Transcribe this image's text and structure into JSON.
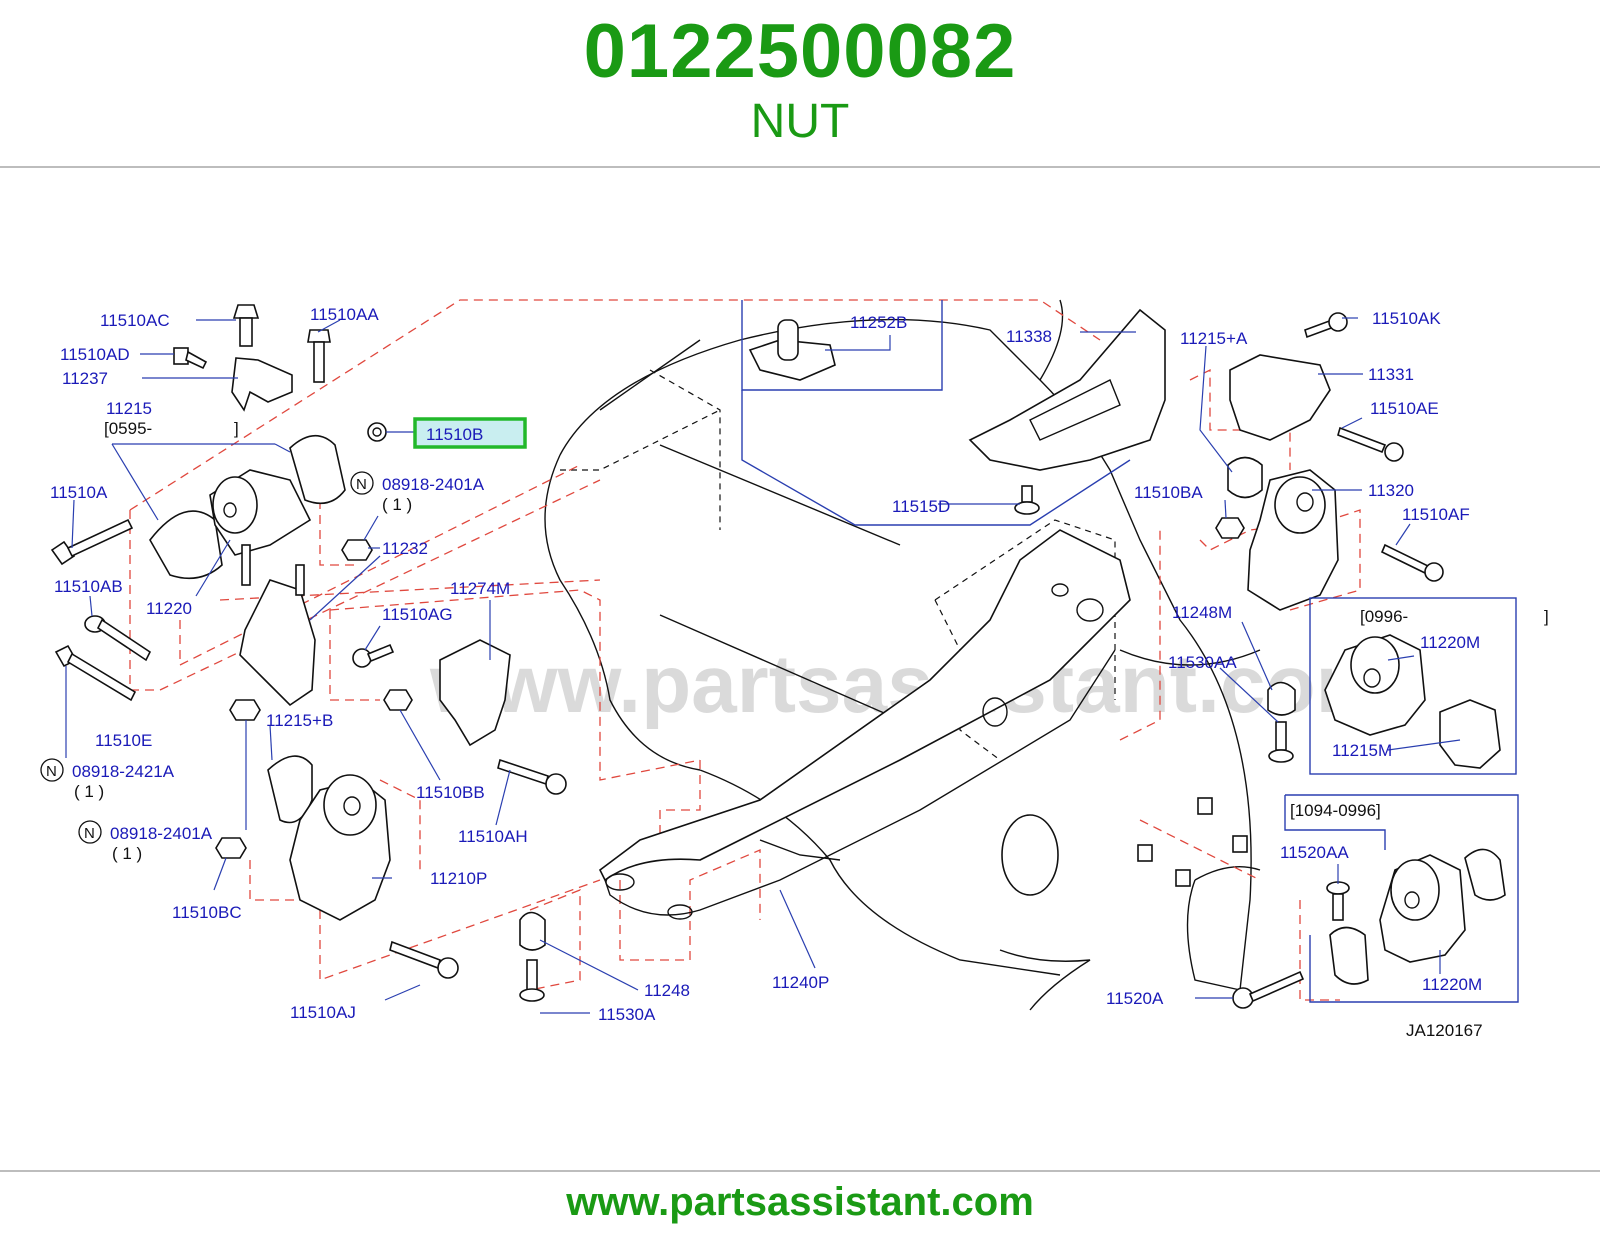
{
  "header": {
    "part_number": "0122500082",
    "part_name": "NUT"
  },
  "watermark": "www.partsassistant.com",
  "footer": {
    "url": "www.partsassistant.com"
  },
  "diagram_id": "JA120167",
  "highlighted_label": "11510B",
  "colors": {
    "brand_green": "#1a9a14",
    "callout_blue": "#1a1ab8",
    "highlight_green": "#22b82a",
    "highlight_fill": "#c9eef0",
    "dashed_red": "#e0483e"
  },
  "labels": {
    "l11510AC": "11510AC",
    "l11510AA": "11510AA",
    "l11510AD": "11510AD",
    "l11237": "11237",
    "l11215": "11215",
    "l0595": "[0595-",
    "l0595e": "]",
    "l11510B": "11510B",
    "l08918_2401A_a": "08918-2401A",
    "l_one_a": "( 1 )",
    "l11510A": "11510A",
    "l11232": "11232",
    "l11510AB": "11510AB",
    "l11220": "11220",
    "l11274M": "11274M",
    "l11510AG": "11510AG",
    "l11510E": "11510E",
    "l11215B": "11215+B",
    "l08918_2421A": "08918-2421A",
    "l_one_b": "( 1 )",
    "l11510BB": "11510BB",
    "l11510AH": "11510AH",
    "l08918_2401A_b": "08918-2401A",
    "l_one_c": "( 1 )",
    "l11510BC": "11510BC",
    "l11210P": "11210P",
    "l11510AJ": "11510AJ",
    "l11248": "11248",
    "l11530A": "11530A",
    "l11240P": "11240P",
    "l11252B": "11252B",
    "l11338": "11338",
    "l11515D": "11515D",
    "l11215A": "11215+A",
    "l11510AK": "11510AK",
    "l11331": "11331",
    "l11510AE": "11510AE",
    "l11510BA": "11510BA",
    "l11320": "11320",
    "l11510AF": "11510AF",
    "l11248M": "11248M",
    "l0996": "[0996-",
    "l0996e": "]",
    "l11220M_a": "11220M",
    "l11530AA": "11530AA",
    "l11215M": "11215M",
    "l1094": "[1094-0996]",
    "l11520AA": "11520AA",
    "l11520A": "11520A",
    "l11220M_b": "11220M"
  }
}
